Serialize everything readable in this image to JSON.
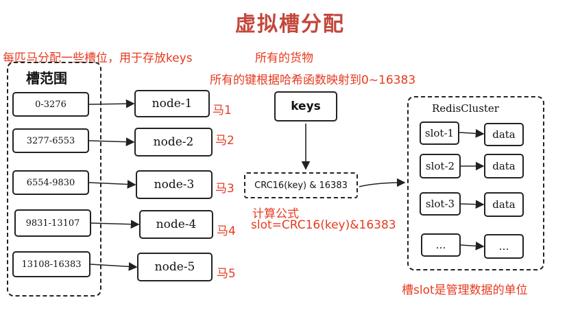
{
  "title": "虚拟槽分配",
  "notes": {
    "horse_slots": "每匹马分配一些槽位，用于存放keys",
    "goods": "所有的货物",
    "mapping": "所有的键根据哈希函数映射到0~16383",
    "formula_label": "计算公式",
    "formula": "slot=CRC16(key)&16383",
    "slot_unit": "槽slot是管理数据的单位"
  },
  "slot_range_header": "槽范围",
  "slot_ranges": [
    "0-3276",
    "3277-6553",
    "6554-9830",
    "9831-13107",
    "13108-16383"
  ],
  "nodes": [
    "node-1",
    "node-2",
    "node-3",
    "node-4",
    "node-5"
  ],
  "horses": [
    "马1",
    "马2",
    "马3",
    "马4",
    "马5"
  ],
  "keys_label": "keys",
  "hash_label": "CRC16(key) & 16383",
  "cluster": {
    "title": "RedisCluster",
    "slots": [
      "slot-1",
      "slot-2",
      "slot-3",
      "…"
    ],
    "data": [
      "data",
      "data",
      "data",
      "…"
    ]
  }
}
